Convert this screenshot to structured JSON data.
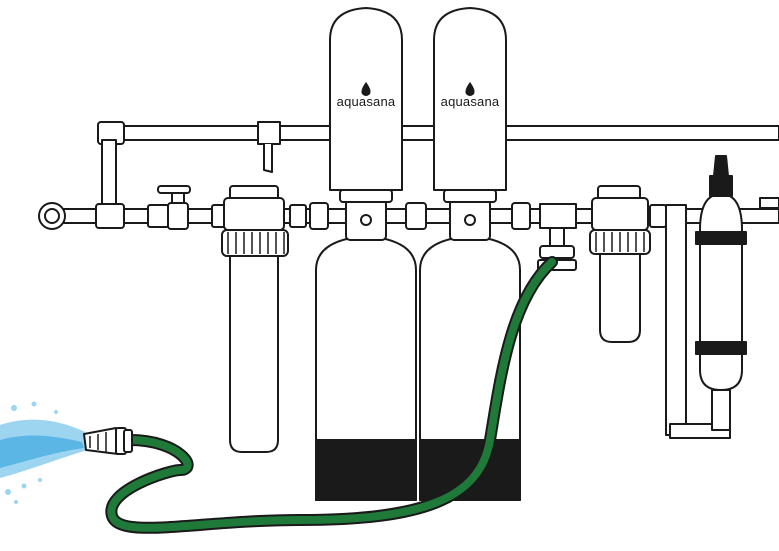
{
  "diagram": {
    "tanks": [
      {
        "brand": "aquasana"
      },
      {
        "brand": "aquasana"
      }
    ],
    "colors": {
      "outline": "#1a1a1a",
      "body": "#ffffff",
      "tank_base": "#1a1a1a",
      "hose": "#1f7a3a",
      "water_spray": "#9dd4f0",
      "water_deep": "#5bb6e6"
    },
    "components": [
      "bypass-pipe",
      "inlet-valve",
      "pre-filter",
      "carbon-tank-left",
      "carbon-tank-right",
      "hose-bib",
      "garden-hose",
      "hose-nozzle",
      "post-filter",
      "uv-sterilizer"
    ]
  }
}
